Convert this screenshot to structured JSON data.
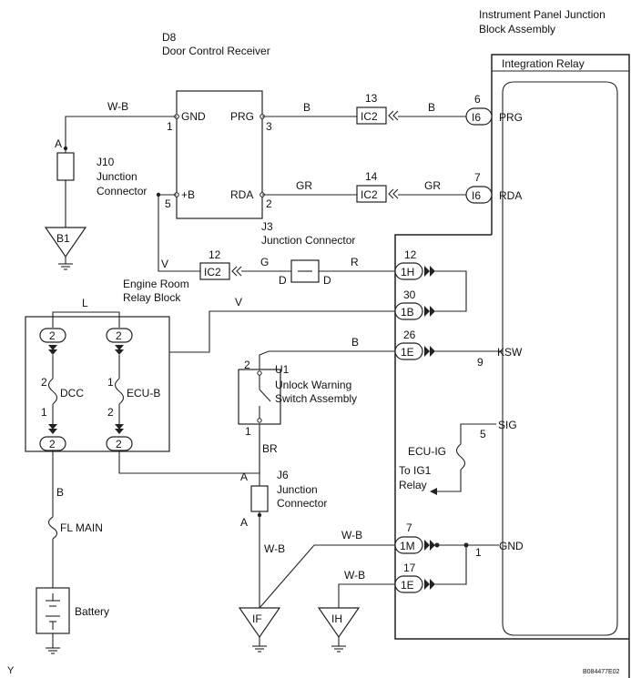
{
  "labels": {
    "ipjb_title_1": "Instrument Panel Junction",
    "ipjb_title_2": "Block Assembly",
    "integration_relay": "Integration Relay",
    "d8_code": "D8",
    "d8_name": "Door Control Receiver",
    "j10_code": "J10",
    "j10_name_1": "Junction",
    "j10_name_2": "Connector",
    "j3_code": "J3",
    "j3_name": "Junction Connector",
    "erb_1": "Engine Room",
    "erb_2": "Relay Block",
    "dcc": "DCC",
    "ecu_b": "ECU-B",
    "fl_main": "FL MAIN",
    "battery": "Battery",
    "u1_code": "U1",
    "u1_name_1": "Unlock Warning",
    "u1_name_2": "Switch Assembly",
    "j6_code": "J6",
    "j6_name_1": "Junction",
    "j6_name_2": "Connector",
    "ecu_ig": "ECU-IG",
    "to_ig1_1": "To IG1",
    "to_ig1_2": "Relay",
    "doc_code": "B084477E02",
    "corner": "Y"
  },
  "terminals": {
    "gnd": "GND",
    "plus_b": "+B",
    "prg": "PRG",
    "rda": "RDA",
    "ksw": "KSW",
    "sig": "SIG",
    "gnd_relay": "GND"
  },
  "pins": {
    "d8_1": "1",
    "d8_3": "3",
    "d8_5": "5",
    "d8_2": "2",
    "ic2_13": "13",
    "ic2_14": "14",
    "ic2_12": "12",
    "i6_6": "6",
    "i6_7": "7",
    "h1_12": "12",
    "b1_30": "30",
    "e1_26": "26",
    "m1_7": "7",
    "e1_17": "17",
    "ksw_9": "9",
    "sig_5": "5",
    "gnd_1": "1",
    "u1_2": "2",
    "u1_1": "1",
    "dcc_top": "2",
    "dcc_bot": "1",
    "ecub_top": "1",
    "ecub_bot": "2",
    "relay_block_pin": "2",
    "j10_a": "A",
    "j6_a_top": "A",
    "j6_a_bot": "A"
  },
  "connectors": {
    "ic2": "IC2",
    "i6": "I6",
    "h1": "1H",
    "b1": "1B",
    "e1": "1E",
    "m1": "1M",
    "d": "D"
  },
  "wires": {
    "w_b": "W-B",
    "b": "B",
    "gr": "GR",
    "v": "V",
    "g": "G",
    "r": "R",
    "l": "L",
    "br": "BR"
  },
  "grounds": {
    "b1": "B1",
    "if": "IF",
    "ih": "IH"
  }
}
